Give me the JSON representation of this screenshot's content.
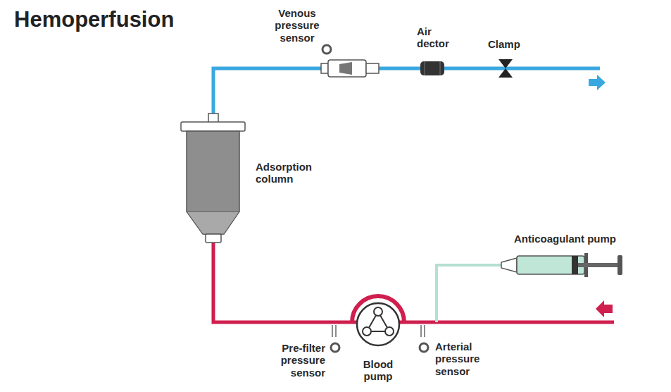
{
  "diagram": {
    "title": "Hemoperfusion",
    "labels": [
      "Venous pressure sensor",
      "Air dector",
      "Clamp",
      "Adsorption column",
      "Anticoagulant pump",
      "Pre-filter pressure sensor",
      "Blood pump",
      "Arterial pressure sensor"
    ]
  }
}
